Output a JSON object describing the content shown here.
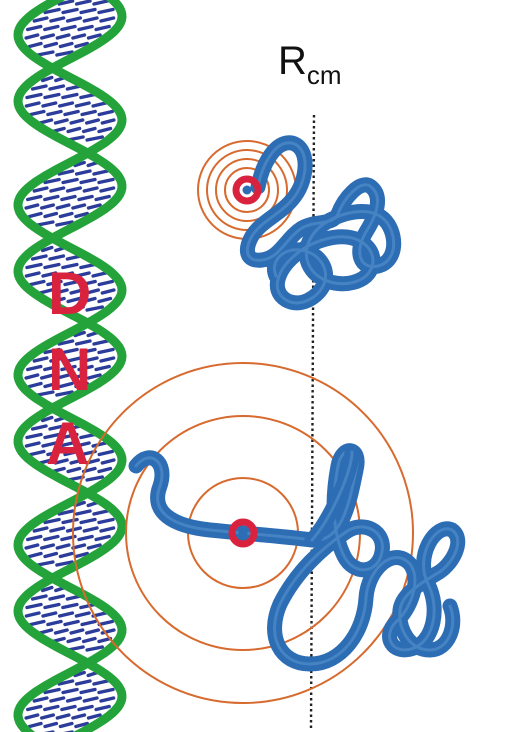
{
  "labels": {
    "rcm_main": "R",
    "rcm_sub": "cm",
    "dna_letters": [
      "D",
      "N",
      "A"
    ]
  },
  "colors": {
    "background": "#ffffff",
    "backbone": "#23a339",
    "base_pairs": "#2c3c9a",
    "polymer": "#2d6db4",
    "polymer_highlight": "#5b96d0",
    "rings": "#d76a2e",
    "center_marker": "#d9233e",
    "dna_text": "#d9233e",
    "axis_line": "#222222"
  },
  "icons": {
    "dna": "double-helix",
    "center_marker": "red-ring-with-blue-dot",
    "axis": "dotted-vertical-line"
  }
}
